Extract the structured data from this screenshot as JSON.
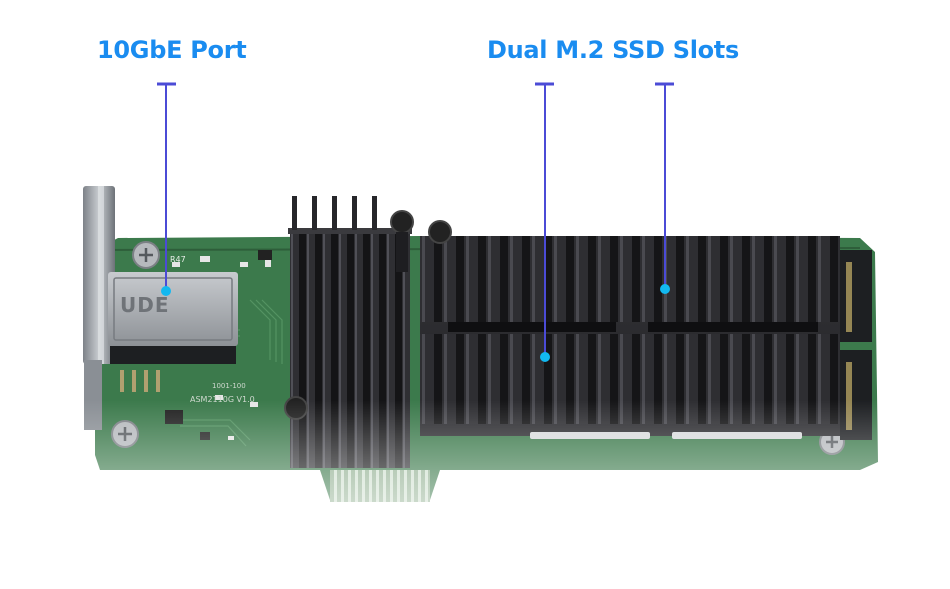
{
  "callouts": {
    "port_label": "10GbE Port",
    "ssd_label": "Dual M.2 SSD Slots"
  },
  "board_markings": {
    "rj45_brand": "UDE",
    "chip_marking": "R47",
    "model_line_1": "ASM2110G V1.0",
    "model_line_2": "1001-100"
  },
  "colors": {
    "accent": "#1a8cf0",
    "leader_line": "#4b4bd6",
    "dot": "#12b8f0",
    "pcb": "#3c7a4c",
    "heatsink": "#2a2a2d"
  }
}
